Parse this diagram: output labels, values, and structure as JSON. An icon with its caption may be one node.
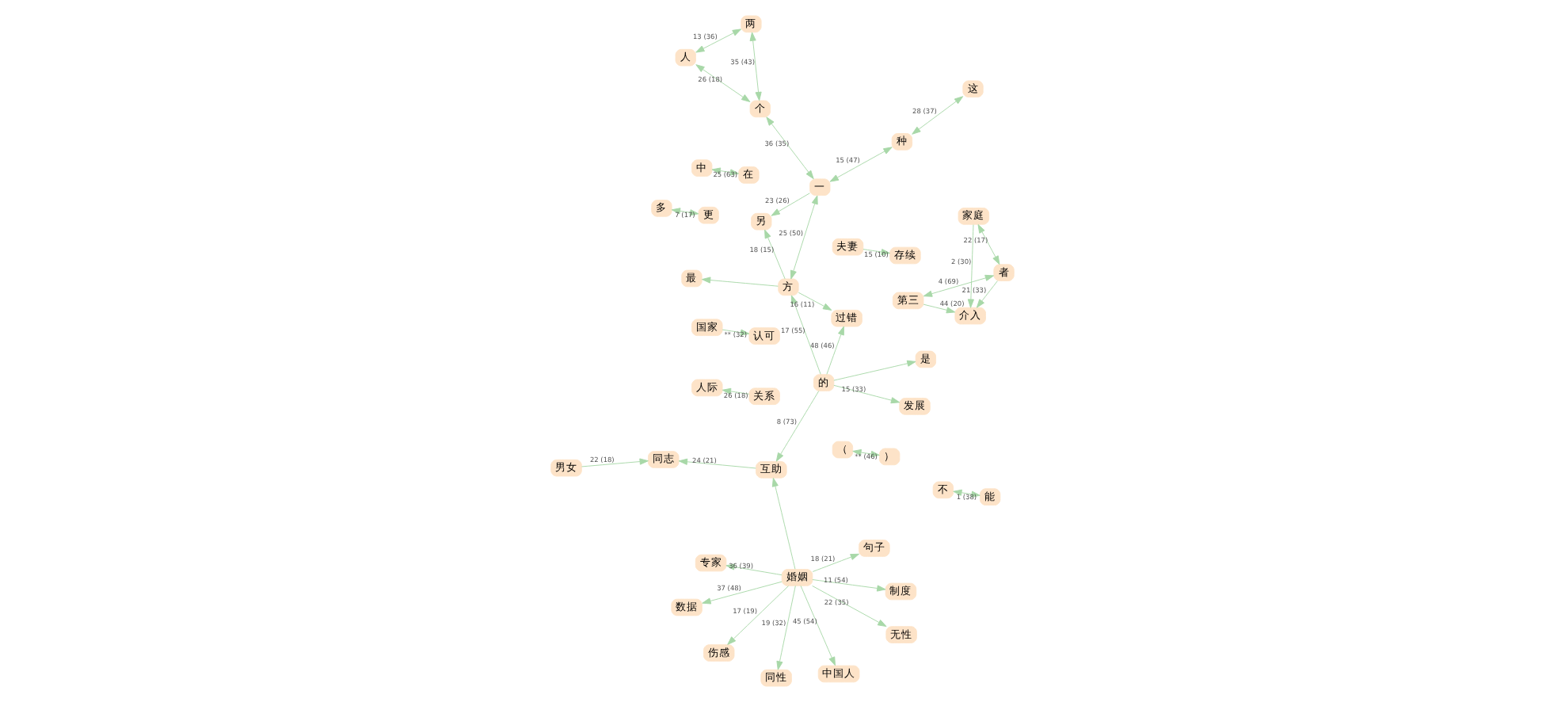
{
  "diagram": {
    "nodes": [
      {
        "text": [
          "婚姻"
        ]
      },
      {
        "text": [
          "制度"
        ]
      },
      {
        "text": [
          "中国人"
        ]
      },
      {
        "text": [
          "专家"
        ]
      },
      {
        "text": [
          "句子"
        ]
      },
      {
        "text": [
          "数据"
        ]
      },
      {
        "text": [
          "伤感"
        ]
      },
      {
        "text": [
          "无性"
        ]
      },
      {
        "text": [
          "同性"
        ]
      },
      {
        "text": [
          "互助"
        ]
      },
      {
        "text": [
          "同志"
        ]
      },
      {
        "text": [
          "男女"
        ]
      },
      {
        "text": [
          "的"
        ]
      },
      {
        "text": [
          "过错"
        ]
      },
      {
        "text": [
          "是"
        ]
      },
      {
        "text": [
          "发展"
        ]
      },
      {
        "text": [
          "方"
        ]
      },
      {
        "text": [
          "最"
        ]
      },
      {
        "text": [
          "另"
        ]
      },
      {
        "text": [
          "一"
        ]
      },
      {
        "text": [
          "个"
        ]
      },
      {
        "text": [
          "人"
        ]
      },
      {
        "text": [
          "两"
        ]
      },
      {
        "text": [
          "种"
        ]
      },
      {
        "text": [
          "这"
        ]
      },
      {
        "text": [
          "（"
        ]
      },
      {
        "text": [
          "）"
        ]
      },
      {
        "text": [
          "夫妻"
        ]
      },
      {
        "text": [
          "存续"
        ]
      },
      {
        "text": [
          "国家"
        ]
      },
      {
        "text": [
          "认可"
        ]
      },
      {
        "text": [
          "第三"
        ]
      },
      {
        "text": [
          "者"
        ]
      },
      {
        "text": [
          "介入"
        ]
      },
      {
        "text": [
          "家庭"
        ]
      },
      {
        "text": [
          "多"
        ]
      },
      {
        "text": [
          "更"
        ]
      },
      {
        "text": [
          "不"
        ]
      },
      {
        "text": [
          "能"
        ]
      },
      {
        "text": [
          "人际"
        ]
      },
      {
        "text": [
          "关系"
        ]
      },
      {
        "text": [
          "中"
        ]
      },
      {
        "text": [
          "在"
        ]
      }
    ],
    "edges": [
      {
        "from": 0,
        "to": 1,
        "arrow": "to",
        "label": "11 (54)"
      },
      {
        "from": 0,
        "to": 2,
        "arrow": "to",
        "label": "45 (54)"
      },
      {
        "from": 0,
        "to": 3,
        "arrow": "to",
        "label": "36 (39)"
      },
      {
        "from": 0,
        "to": 4,
        "arrow": "to",
        "label": "18 (21)"
      },
      {
        "from": 0,
        "to": 5,
        "arrow": "to",
        "label": "37 (48)"
      },
      {
        "from": 0,
        "to": 6,
        "arrow": "to",
        "label": "17 (19)"
      },
      {
        "from": 0,
        "to": 7,
        "arrow": "to",
        "label": "22 (35)"
      },
      {
        "from": 0,
        "to": 8,
        "arrow": "to",
        "label": "19 (32)"
      },
      {
        "from": 0,
        "to": 9,
        "arrow": "to"
      },
      {
        "from": 9,
        "to": 10,
        "arrow": "to",
        "label": "24 (21)"
      },
      {
        "from": 11,
        "to": 10,
        "arrow": "to",
        "label": "22 (18)"
      },
      {
        "from": 12,
        "to": 9,
        "arrow": "to",
        "label": "8 (73)"
      },
      {
        "from": 12,
        "to": 13,
        "arrow": "to",
        "label": "48 (46)"
      },
      {
        "from": 16,
        "to": 13,
        "arrow": "to",
        "label": "16 (11)"
      },
      {
        "from": 12,
        "to": 14,
        "arrow": "to"
      },
      {
        "from": 12,
        "to": 15,
        "arrow": "to",
        "label": "15 (33)"
      },
      {
        "from": 12,
        "to": 16,
        "arrow": "to",
        "label": "17 (55)"
      },
      {
        "from": 16,
        "to": 17,
        "arrow": "to"
      },
      {
        "from": 16,
        "to": 18,
        "arrow": "to",
        "label": "18 (15)"
      },
      {
        "from": 19,
        "to": 16,
        "arrow": "both",
        "label": "25 (50)"
      },
      {
        "from": 19,
        "to": 18,
        "arrow": "to",
        "label": "23 (26)"
      },
      {
        "from": 19,
        "to": 20,
        "arrow": "both",
        "label": "36 (35)"
      },
      {
        "from": 23,
        "to": 19,
        "arrow": "both",
        "label": "15 (47)"
      },
      {
        "from": 23,
        "to": 24,
        "arrow": "both",
        "label": "28 (37)"
      },
      {
        "from": 21,
        "to": 20,
        "arrow": "both",
        "label": "26 (18)"
      },
      {
        "from": 21,
        "to": 22,
        "arrow": "both",
        "label": "13 (36)"
      },
      {
        "from": 22,
        "to": 20,
        "arrow": "both",
        "label": "35 (43)"
      },
      {
        "from": 25,
        "to": 26,
        "arrow": "both",
        "label": "** (46)"
      },
      {
        "from": 27,
        "to": 28,
        "arrow": "to",
        "label": "15 (10)"
      },
      {
        "from": 29,
        "to": 30,
        "arrow": "to",
        "label": "** (32)"
      },
      {
        "from": 32,
        "to": 31,
        "arrow": "both",
        "label": "4 (69)"
      },
      {
        "from": 31,
        "to": 33,
        "arrow": "to",
        "label": "44 (20)"
      },
      {
        "from": 32,
        "to": 33,
        "arrow": "to",
        "label": "21 (33)"
      },
      {
        "from": 32,
        "to": 34,
        "arrow": "both",
        "label": "22 (17)"
      },
      {
        "from": 34,
        "to": 33,
        "arrow": "to",
        "label": "2 (30)"
      },
      {
        "from": 36,
        "to": 35,
        "arrow": "both",
        "label": "7 (17)"
      },
      {
        "from": 38,
        "to": 37,
        "arrow": "both",
        "label": "1 (38)"
      },
      {
        "from": 40,
        "to": 39,
        "arrow": "to",
        "label": "26 (18)"
      },
      {
        "from": 42,
        "to": 41,
        "arrow": "both",
        "label": "25 (63)"
      }
    ]
  }
}
